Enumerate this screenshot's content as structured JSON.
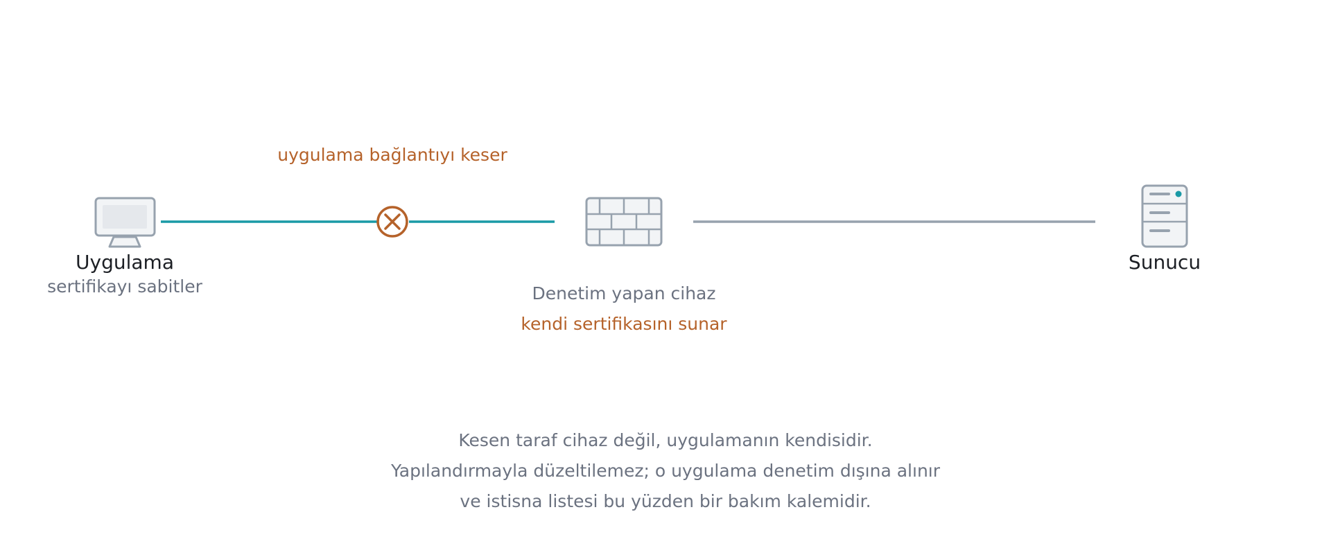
{
  "colors": {
    "connection_active": "#1a9aa6",
    "connection_idle": "#97a2ae",
    "icon_stroke": "#97a2ae",
    "icon_fill": "#f2f4f6",
    "screen_fill": "#e5e8ec",
    "break_accent": "#b5622a",
    "server_led": "#1a9aa6",
    "title_text": "#1c1f24",
    "muted_text": "#6b7280"
  },
  "app": {
    "icon": "monitor-icon",
    "title": "Uygulama",
    "subtitle": "sertifikayı sabitler"
  },
  "break_point": {
    "icon": "close-circle-icon",
    "label": "uygulama bağlantıyı keser"
  },
  "device": {
    "icon": "firewall-icon",
    "title": "Denetim yapan cihaz",
    "subtitle": "kendi sertifikasını sunar"
  },
  "server": {
    "icon": "server-icon",
    "title": "Sunucu"
  },
  "footnote": {
    "line1": "Kesen taraf cihaz değil, uygulamanın kendisidir.",
    "line2": "Yapılandırmayla düzeltilemez; o uygulama denetim dışına alınır",
    "line3": "ve istisna listesi bu yüzden bir bakım kalemidir."
  }
}
